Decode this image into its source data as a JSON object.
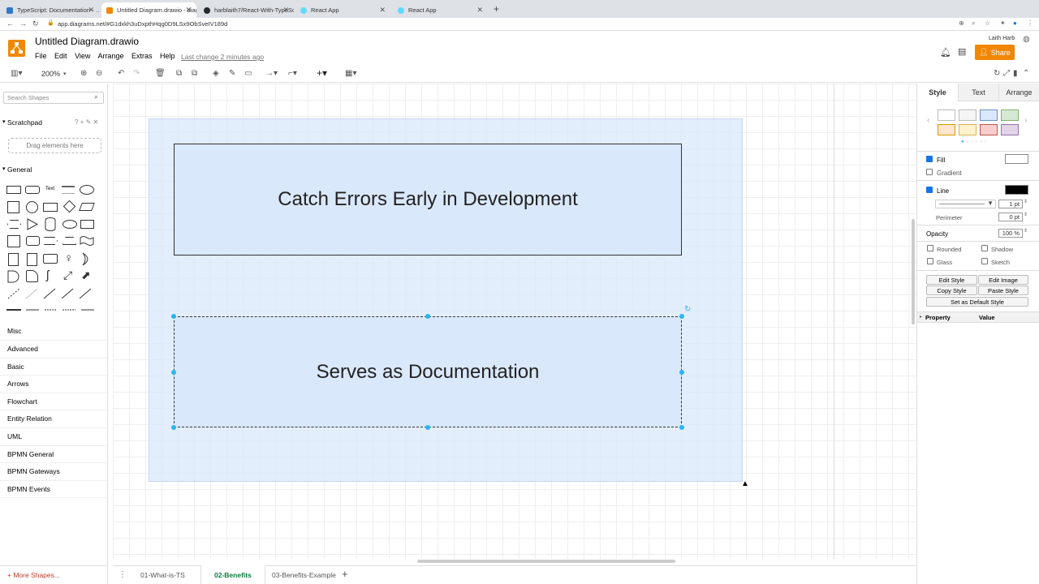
{
  "browser": {
    "tabs": [
      {
        "label": "TypeScript: Documentation - …",
        "favicon_color": "#3178c6"
      },
      {
        "label": "Untitled Diagram.drawio - diag",
        "favicon_color": "#f08705"
      },
      {
        "label": "harblaith7/React-With-TypeSc",
        "favicon_color": "#24292e"
      },
      {
        "label": "React App",
        "favicon_color": "#61dafb"
      },
      {
        "label": "React App",
        "favicon_color": "#61dafb"
      }
    ],
    "url": "app.diagrams.net/#G1dxkh3uDxpthHqg0D9LSx9ObSveIV189d"
  },
  "app": {
    "title": "Untitled Diagram.drawio",
    "menu": [
      "File",
      "Edit",
      "View",
      "Arrange",
      "Extras",
      "Help"
    ],
    "last_change": "Last change 2 minutes ago",
    "user": "Laith Harb",
    "share_label": "Share"
  },
  "toolbar": {
    "zoom": "200%"
  },
  "left_panel": {
    "search_placeholder": "Search Shapes",
    "scratchpad": "Scratchpad",
    "drag_hint": "Drag elements here",
    "general": "General",
    "text_shape": "Text",
    "categories": [
      "Misc",
      "Advanced",
      "Basic",
      "Arrows",
      "Flowchart",
      "Entity Relation",
      "UML",
      "BPMN General",
      "BPMN Gateways",
      "BPMN Events"
    ],
    "more_shapes": "+ More Shapes..."
  },
  "canvas": {
    "box1_text": "Catch Errors Early in Development",
    "box2_text": "Serves as Documentation",
    "fill_color": "#dae8fc"
  },
  "right_panel": {
    "tabs": [
      "Style",
      "Text",
      "Arrange"
    ],
    "swatches": [
      "#ffffff",
      "#f5f5f5",
      "#dae8fc",
      "#d5e8d4",
      "#ffe6cc",
      "#fff2cc",
      "#f8cecc",
      "#e1d5e7"
    ],
    "fill_label": "Fill",
    "gradient_label": "Gradient",
    "line_label": "Line",
    "line_width": "1 pt",
    "perimeter_label": "Perimeter",
    "perimeter_value": "0 pt",
    "opacity_label": "Opacity",
    "opacity_value": "100 %",
    "rounded_label": "Rounded",
    "shadow_label": "Shadow",
    "glass_label": "Glass",
    "sketch_label": "Sketch",
    "edit_style": "Edit Style",
    "edit_image": "Edit Image",
    "copy_style": "Copy Style",
    "paste_style": "Paste Style",
    "set_default": "Set as Default Style",
    "property_header": "Property",
    "value_header": "Value"
  },
  "pages": [
    "01-What-is-TS",
    "02-Benefits",
    "03-Benefits-Example"
  ],
  "active_page": "02-Benefits"
}
